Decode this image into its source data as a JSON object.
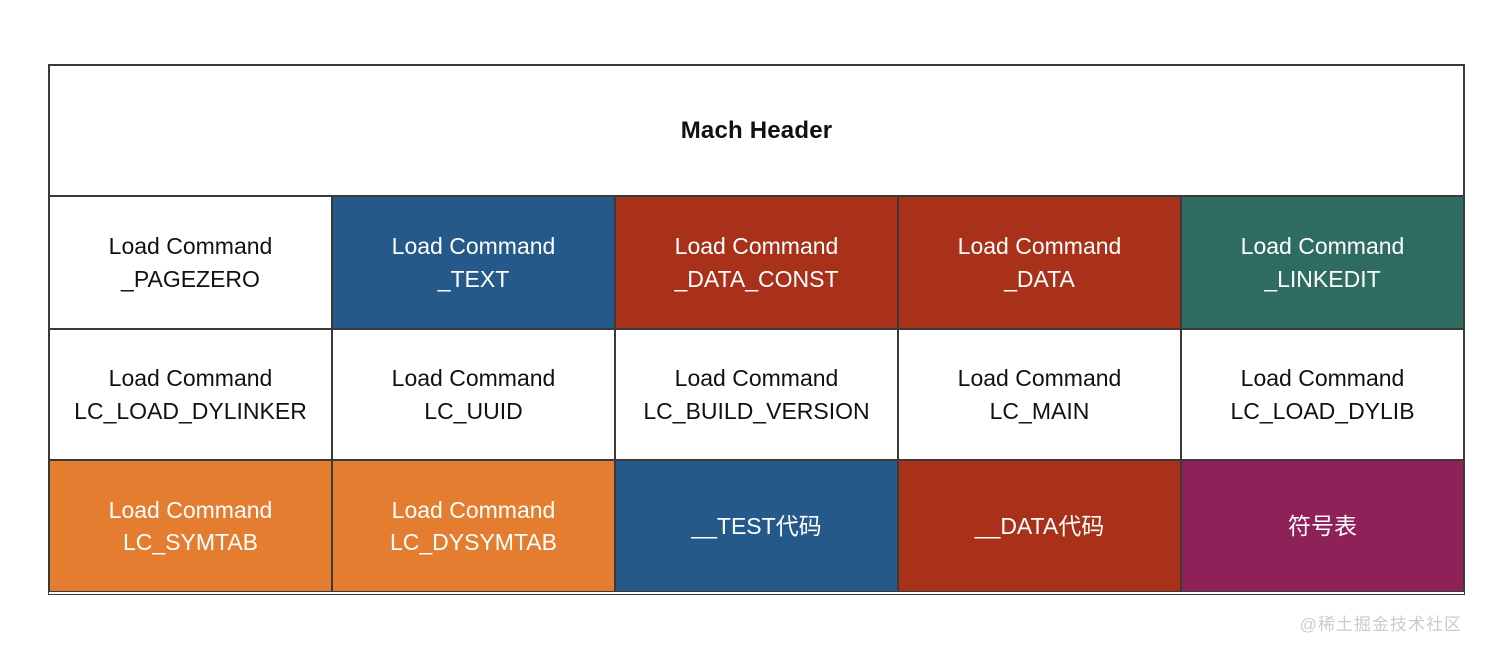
{
  "header": {
    "title": "Mach Header"
  },
  "palette": {
    "white": "#ffffff",
    "blue": "#24598a",
    "red": "#a93019",
    "teal": "#2e6c61",
    "orange": "#e57d30",
    "magenta": "#8e2157",
    "text_dark": "#111111",
    "text_light": "#ffffff",
    "border": "#3a3a3a",
    "watermark_gray": "#cbcbcb"
  },
  "cells": [
    {
      "line1": "Load Command",
      "line2": "_PAGEZERO",
      "bg": "white",
      "fg": "dark"
    },
    {
      "line1": "Load Command",
      "line2": "_TEXT",
      "bg": "blue",
      "fg": "light"
    },
    {
      "line1": "Load Command",
      "line2": "_DATA_CONST",
      "bg": "red",
      "fg": "light"
    },
    {
      "line1": "Load Command",
      "line2": "_DATA",
      "bg": "red",
      "fg": "light"
    },
    {
      "line1": "Load Command",
      "line2": "_LINKEDIT",
      "bg": "teal",
      "fg": "light"
    },
    {
      "line1": "Load Command",
      "line2": "LC_LOAD_DYLINKER",
      "bg": "white",
      "fg": "dark"
    },
    {
      "line1": "Load Command",
      "line2": "LC_UUID",
      "bg": "white",
      "fg": "dark"
    },
    {
      "line1": "Load Command",
      "line2": "LC_BUILD_VERSION",
      "bg": "white",
      "fg": "dark"
    },
    {
      "line1": "Load Command",
      "line2": "LC_MAIN",
      "bg": "white",
      "fg": "dark"
    },
    {
      "line1": "Load Command",
      "line2": "LC_LOAD_DYLIB",
      "bg": "white",
      "fg": "dark"
    },
    {
      "line1": "Load Command",
      "line2": "LC_SYMTAB",
      "bg": "orange",
      "fg": "light"
    },
    {
      "line1": "Load Command",
      "line2": "LC_DYSYMTAB",
      "bg": "orange",
      "fg": "light"
    },
    {
      "line1": "__TEST代码",
      "line2": "",
      "bg": "blue",
      "fg": "light"
    },
    {
      "line1": "__DATA代码",
      "line2": "",
      "bg": "red",
      "fg": "light"
    },
    {
      "line1": "符号表",
      "line2": "",
      "bg": "magenta",
      "fg": "light"
    }
  ],
  "watermark": {
    "text": "@稀土掘金技术社区"
  }
}
